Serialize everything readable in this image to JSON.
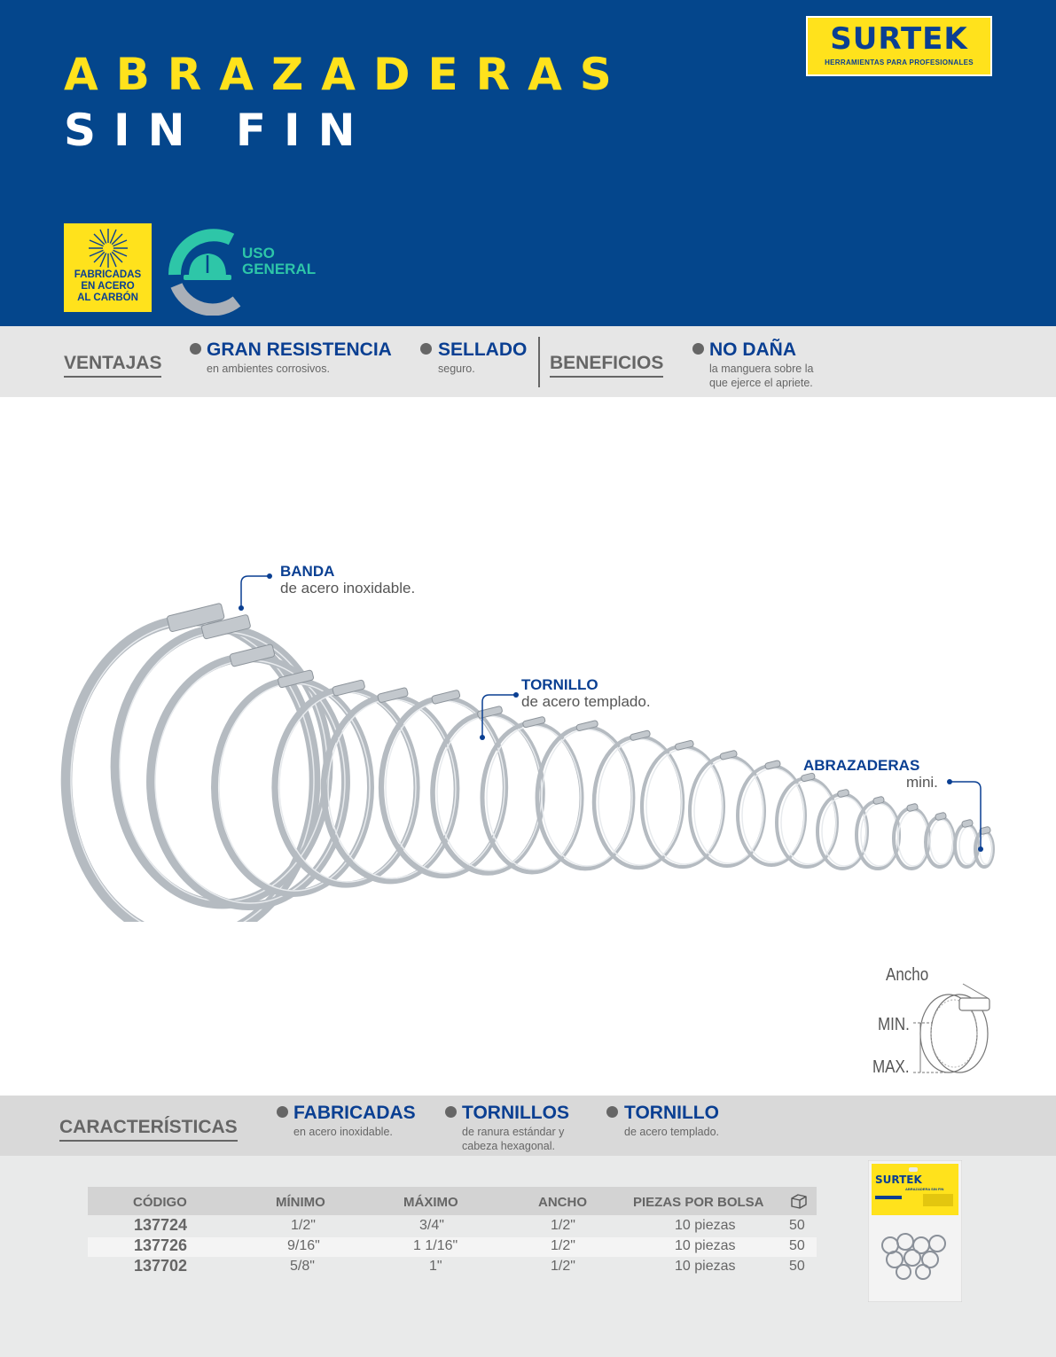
{
  "header": {
    "title_line1": "ABRAZADERAS",
    "title_line2": "SIN FIN",
    "brand": {
      "name": "SURTEK",
      "tagline": "HERRAMIENTAS PARA PROFESIONALES"
    },
    "badge_material": {
      "lines": [
        "FABRICADAS",
        "EN ACERO",
        "AL CARBÓN"
      ],
      "icon": "steel-sun-icon"
    },
    "badge_use": {
      "lines": [
        "USO",
        "GENERAL"
      ],
      "icon": "hard-hat-icon"
    }
  },
  "ventajas": {
    "title": "VENTAJAS",
    "items": [
      {
        "heading": "GRAN RESISTENCIA",
        "text": "en ambientes corrosivos."
      },
      {
        "heading": "SELLADO",
        "text": "seguro."
      }
    ]
  },
  "beneficios": {
    "title": "BENEFICIOS",
    "items": [
      {
        "heading": "NO DAÑA",
        "text_line1": "la manguera sobre la",
        "text_line2": "que ejerce el apriete."
      }
    ]
  },
  "callouts": [
    {
      "heading": "BANDA",
      "text": "de acero inoxidable."
    },
    {
      "heading": "TORNILLO",
      "text": "de acero templado."
    },
    {
      "heading": "ABRAZADERAS",
      "text": "mini."
    }
  ],
  "dimension_diagram": {
    "ancho": "Ancho",
    "min": "MIN.",
    "max": "MAX."
  },
  "caracteristicas": {
    "title": "CARACTERÍSTICAS",
    "items": [
      {
        "heading": "FABRICADAS",
        "text_line1": "en acero inoxidable.",
        "text_line2": ""
      },
      {
        "heading": "TORNILLOS",
        "text_line1": "de ranura estándar y",
        "text_line2": "cabeza hexagonal."
      },
      {
        "heading": "TORNILLO",
        "text_line1": "de acero templado.",
        "text_line2": ""
      }
    ]
  },
  "table": {
    "headers": [
      "CÓDIGO",
      "MÍNIMO",
      "MÁXIMO",
      "ANCHO",
      "PIEZAS POR BOLSA"
    ],
    "box_icon": "box-icon",
    "rows": [
      [
        "137724",
        "1/2\"",
        "3/4\"",
        "1/2\"",
        "10 piezas",
        "50"
      ],
      [
        "137726",
        "9/16\"",
        "1 1/16\"",
        "1/2\"",
        "10 piezas",
        "50"
      ],
      [
        "137702",
        "5/8\"",
        "1\"",
        "1/2\"",
        "10 piezas",
        "50"
      ]
    ]
  },
  "package": {
    "brand": "SURTEK",
    "label": "ABRAZADERA SIN FIN"
  },
  "colors": {
    "navy": "#04468c",
    "yellow": "#ffe21c",
    "teal": "#2ec6a8",
    "gray": "#666666"
  }
}
